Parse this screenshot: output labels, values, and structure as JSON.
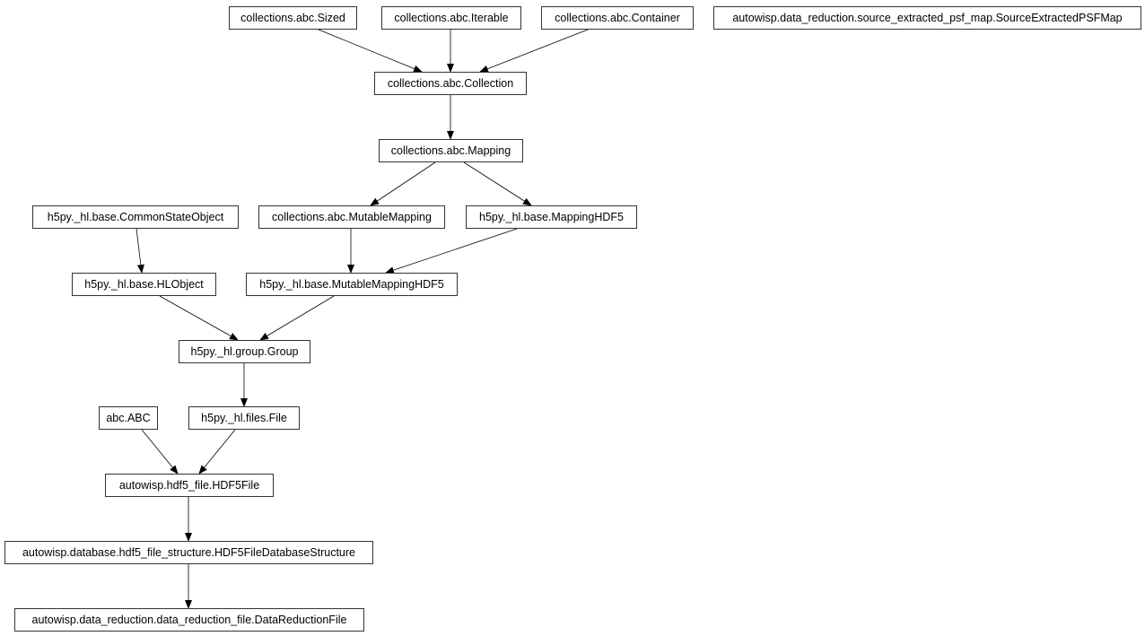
{
  "nodes": [
    {
      "id": "sized",
      "label": "collections.abc.Sized"
    },
    {
      "id": "iterable",
      "label": "collections.abc.Iterable"
    },
    {
      "id": "container",
      "label": "collections.abc.Container"
    },
    {
      "id": "psfmap",
      "label": "autowisp.data_reduction.source_extracted_psf_map.SourceExtractedPSFMap"
    },
    {
      "id": "collection",
      "label": "collections.abc.Collection"
    },
    {
      "id": "mapping",
      "label": "collections.abc.Mapping"
    },
    {
      "id": "commonstate",
      "label": "h5py._hl.base.CommonStateObject"
    },
    {
      "id": "mutablemapping",
      "label": "collections.abc.MutableMapping"
    },
    {
      "id": "mappinghdf5",
      "label": "h5py._hl.base.MappingHDF5"
    },
    {
      "id": "hlobject",
      "label": "h5py._hl.base.HLObject"
    },
    {
      "id": "mutablemappinghdf5",
      "label": "h5py._hl.base.MutableMappingHDF5"
    },
    {
      "id": "group",
      "label": "h5py._hl.group.Group"
    },
    {
      "id": "abc",
      "label": "abc.ABC"
    },
    {
      "id": "file",
      "label": "h5py._hl.files.File"
    },
    {
      "id": "hdf5file",
      "label": "autowisp.hdf5_file.HDF5File"
    },
    {
      "id": "dbstructure",
      "label": "autowisp.database.hdf5_file_structure.HDF5FileDatabaseStructure"
    },
    {
      "id": "drfile",
      "label": "autowisp.data_reduction.data_reduction_file.DataReductionFile"
    }
  ],
  "edges": [
    [
      "sized",
      "collection"
    ],
    [
      "iterable",
      "collection"
    ],
    [
      "container",
      "collection"
    ],
    [
      "collection",
      "mapping"
    ],
    [
      "mapping",
      "mutablemapping"
    ],
    [
      "mapping",
      "mappinghdf5"
    ],
    [
      "commonstate",
      "hlobject"
    ],
    [
      "mutablemapping",
      "mutablemappinghdf5"
    ],
    [
      "mappinghdf5",
      "mutablemappinghdf5"
    ],
    [
      "hlobject",
      "group"
    ],
    [
      "mutablemappinghdf5",
      "group"
    ],
    [
      "group",
      "file"
    ],
    [
      "abc",
      "hdf5file"
    ],
    [
      "file",
      "hdf5file"
    ],
    [
      "hdf5file",
      "dbstructure"
    ],
    [
      "dbstructure",
      "drfile"
    ]
  ]
}
